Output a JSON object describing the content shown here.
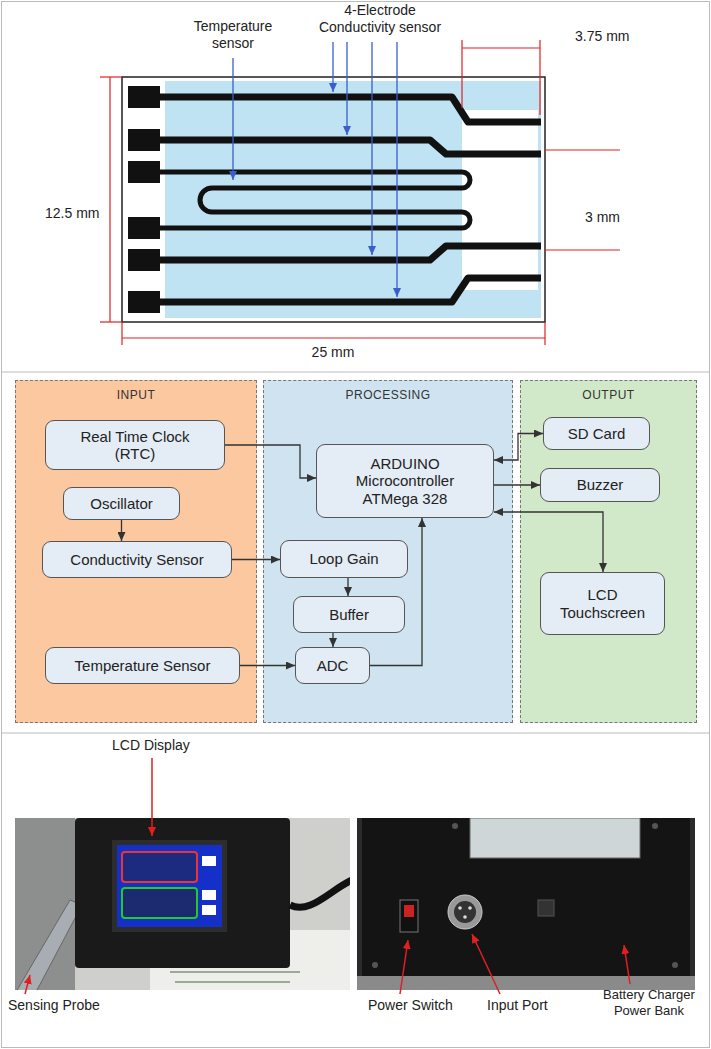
{
  "diagram": {
    "nodes": [
      {
        "text": [
          "INPUT"
        ]
      },
      {
        "text": [
          "Real Time Clock (RTC)"
        ],
        "in": 0
      },
      {
        "text": [
          "Oscillator"
        ],
        "in": 0
      },
      {
        "text": [
          "Conductivity Sensor"
        ],
        "in": 0
      },
      {
        "text": [
          "Temperature Sensor"
        ],
        "in": 0
      },
      {
        "text": [
          "PROCESSING"
        ]
      },
      {
        "text": [
          "ARDUINO Microcontroller ATMega 328"
        ],
        "in": 5
      },
      {
        "text": [
          "Loop Gain"
        ],
        "in": 5
      },
      {
        "text": [
          "Buffer"
        ],
        "in": 5
      },
      {
        "text": [
          "ADC"
        ],
        "in": 5
      },
      {
        "text": [
          "OUTPUT"
        ]
      },
      {
        "text": [
          "SD Card"
        ],
        "in": 10
      },
      {
        "text": [
          "Buzzer"
        ],
        "in": 10
      },
      {
        "text": [
          "LCD Touchscreen"
        ],
        "in": 10
      }
    ],
    "edges": [
      {
        "from": 1,
        "to": 6,
        "arrow": "to"
      },
      {
        "from": 2,
        "to": 3,
        "arrow": "to"
      },
      {
        "from": 3,
        "to": 7,
        "arrow": "to"
      },
      {
        "from": 7,
        "to": 8,
        "arrow": "to"
      },
      {
        "from": 8,
        "to": 9,
        "arrow": "to"
      },
      {
        "from": 4,
        "to": 9,
        "arrow": "to"
      },
      {
        "from": 9,
        "to": 6,
        "arrow": "to"
      },
      {
        "from": 6,
        "to": 11,
        "arrow": "both"
      },
      {
        "from": 6,
        "to": 12,
        "arrow": "to"
      },
      {
        "from": 6,
        "to": 13,
        "arrow": "both"
      }
    ],
    "labels": [
      "Temperature sensor",
      "4-Electrode Conductivity sensor",
      "3.75 mm",
      "12.5 mm",
      "3 mm",
      "25 mm",
      "LCD Display",
      "Sensing Probe",
      "Power Switch",
      "Input Port",
      "Battery Charger Power Bank"
    ]
  }
}
